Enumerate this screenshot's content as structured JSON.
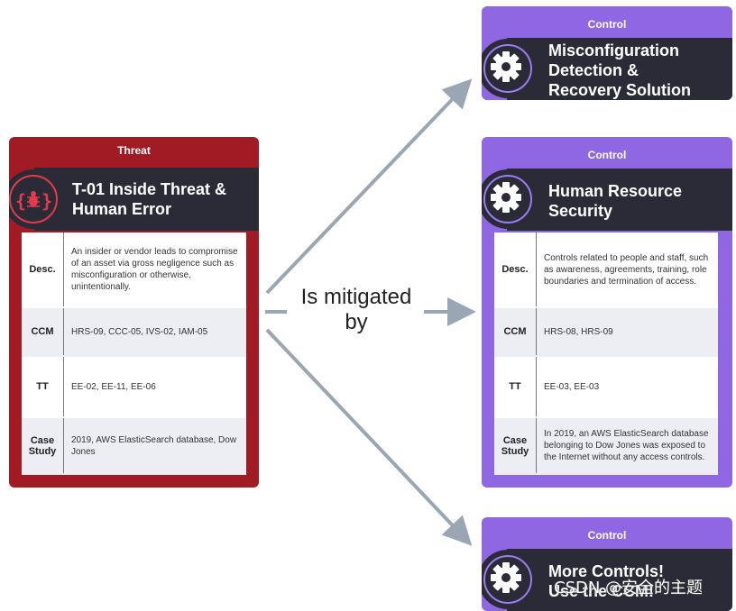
{
  "edge_label": "Is mitigated by",
  "threat_card": {
    "label": "Threat",
    "title": "T-01 Inside Threat &\nHuman Error",
    "icon": "bug-icon",
    "rows": [
      {
        "head": "Desc.",
        "body": "An insider or vendor leads to compromise of an asset via gross negligence such as misconfiguration or otherwise, unintentionally."
      },
      {
        "head": "CCM",
        "body": "HRS-09, CCC-05, IVS-02, IAM-05"
      },
      {
        "head": "TT",
        "body": "EE-02, EE-11, EE-06"
      },
      {
        "head": "Case Study",
        "body": "2019, AWS ElasticSearch database, Dow Jones"
      }
    ]
  },
  "control_cards": [
    {
      "label": "Control",
      "title": "Misconfiguration\nDetection &\nRecovery Solution",
      "icon": "gear-icon"
    },
    {
      "label": "Control",
      "title": "Human Resource\nSecurity",
      "icon": "gear-icon",
      "rows": [
        {
          "head": "Desc.",
          "body": "Controls related to people and staff, such as awareness, agreements, training, role boundaries and termination of access."
        },
        {
          "head": "CCM",
          "body": "HRS-08, HRS-09"
        },
        {
          "head": "TT",
          "body": "EE-03, EE-03"
        },
        {
          "head": "Case Study",
          "body": "In 2019, an AWS ElasticSearch database belonging to Dow Jones was exposed to the Internet without any access controls."
        }
      ]
    },
    {
      "label": "Control",
      "title": "More Controls!\nUse the CCM!",
      "icon": "gear-icon"
    }
  ],
  "watermark": "CSDN @安全的主题",
  "colors": {
    "threat": "#a11b25",
    "control": "#8f67e3",
    "title_bar": "#2b2b38",
    "arrow": "#9aa6b4"
  }
}
